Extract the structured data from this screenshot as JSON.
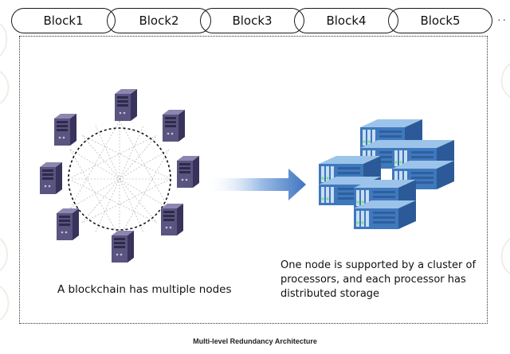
{
  "blocks": [
    {
      "label": "Block1"
    },
    {
      "label": "Block2"
    },
    {
      "label": "Block3"
    },
    {
      "label": "Block4"
    },
    {
      "label": "Block5"
    }
  ],
  "blocks_more": "· ·",
  "left_caption": "A blockchain has multiple nodes",
  "right_caption": "One node is supported by a cluster of\nprocessors, and each processor has\ndistributed storage",
  "footer_caption": "Multi-level Redundancy Architecture",
  "colors": {
    "server_face": "#5a5480",
    "server_side": "#38335a",
    "server_top": "#8c86b0",
    "cluster_front": "#3f78bd",
    "cluster_top": "#9cc4ea",
    "cluster_side": "#2c5a98",
    "arrow": "#4a7fc6"
  },
  "icons": [
    "server-icon",
    "server-cluster-icon",
    "arrow-right-icon"
  ]
}
